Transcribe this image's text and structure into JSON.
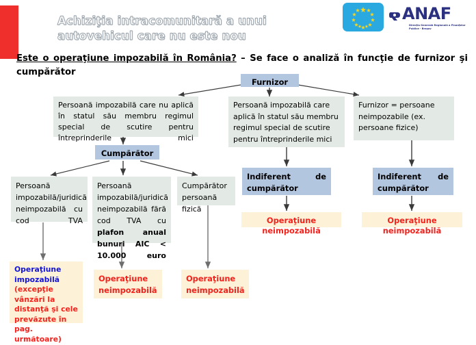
{
  "header": {
    "deck_title": "Achiziţia intracomunitară a unui autovehicul care nu este nou",
    "logo_eu_name": "eu-flag-icon",
    "logo_anaf": "ANAF",
    "logo_anaf_subtitle": "Direcţia Generală Regională a Finanţelor Publice - Braşov",
    "subtitle_underlined": "Este o operaţiune impozabilă în România?",
    "subtitle_rest": " – Se face o analiză în funcţie de furnizor şi cumpărător"
  },
  "flow": {
    "root": "Furnizor",
    "cumparator_label": "Cumpărător",
    "branch_left": "Persoană impozabilă care nu aplică în statul său membru regimul special de scutire pentru întreprinderile mici",
    "branch_middle": "Persoană impozabilă care aplică în statul său membru regimul special de scutire pentru întreprinderile mici",
    "branch_right": "Furnizor =  persoane neimpozabile (ex. persoane fizice)",
    "buyer_1": "Persoană impozabilă/juridică neimpozabilă cu cod TVA",
    "buyer_2_plain": "Persoană impozabilă/juridică neimpozabilă fără cod TVA cu ",
    "buyer_2_bold": "plafon anual bunuri AIC < 10.000 euro",
    "buyer_3": "Cumpărător persoană fizică",
    "indiferent_middle": "Indiferent        de cumpărător",
    "indiferent_right": "Indiferent        de cumpărător",
    "result_1_blue": "Operaţiune impozabilă",
    "result_1_red": "(excepţie vânzări la distanţă şi cele prevăzute în pag. următoare)",
    "result_2": "Operaţiune neimpozabilă",
    "result_3": "Operaţiune neimpozabilă",
    "result_4": "Operaţiune neimpozabilă",
    "result_5": "Operaţiune neimpozabilă"
  },
  "colors": {
    "accent_red_bar": "#ee2f2b",
    "box_blue": "#b3c6e0",
    "box_gray": "#e3e9e5",
    "box_cream": "#fdf2d7",
    "text_red": "#f4221c",
    "text_blue": "#1313d8",
    "anaf_navy": "#2b3180",
    "eu_blue": "#2aa9e0"
  }
}
